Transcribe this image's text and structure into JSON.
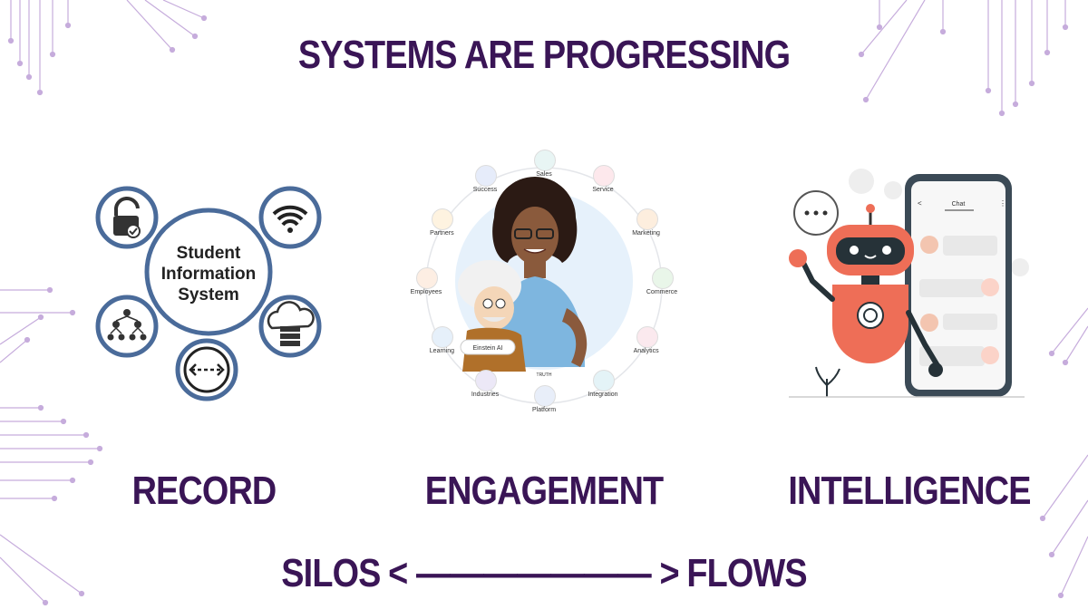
{
  "title": "SYSTEMS ARE PROGRESSING",
  "sections": [
    {
      "label": "RECORD"
    },
    {
      "label": "ENGAGEMENT"
    },
    {
      "label": "INTELLIGENCE"
    }
  ],
  "record": {
    "center_line1": "Student",
    "center_line2": "Information",
    "center_line3": "System"
  },
  "engagement": {
    "ring_labels": [
      "Sales",
      "Service",
      "Marketing",
      "Commerce",
      "Analytics",
      "Integration",
      "Platform",
      "Industries",
      "Learning",
      "Employees",
      "Partners",
      "Success"
    ],
    "badge": "Einstein AI",
    "truth": "TRUTH"
  },
  "intelligence": {
    "chat_header": "Chat"
  },
  "footer": {
    "left": "SILOS",
    "arrow": "< ——————— >",
    "right": "FLOWS"
  },
  "colors": {
    "title": "#3a1556",
    "circuit": "#b79ad0",
    "ring_stroke": "#4a6b9a",
    "robot": "#ee6e57"
  }
}
